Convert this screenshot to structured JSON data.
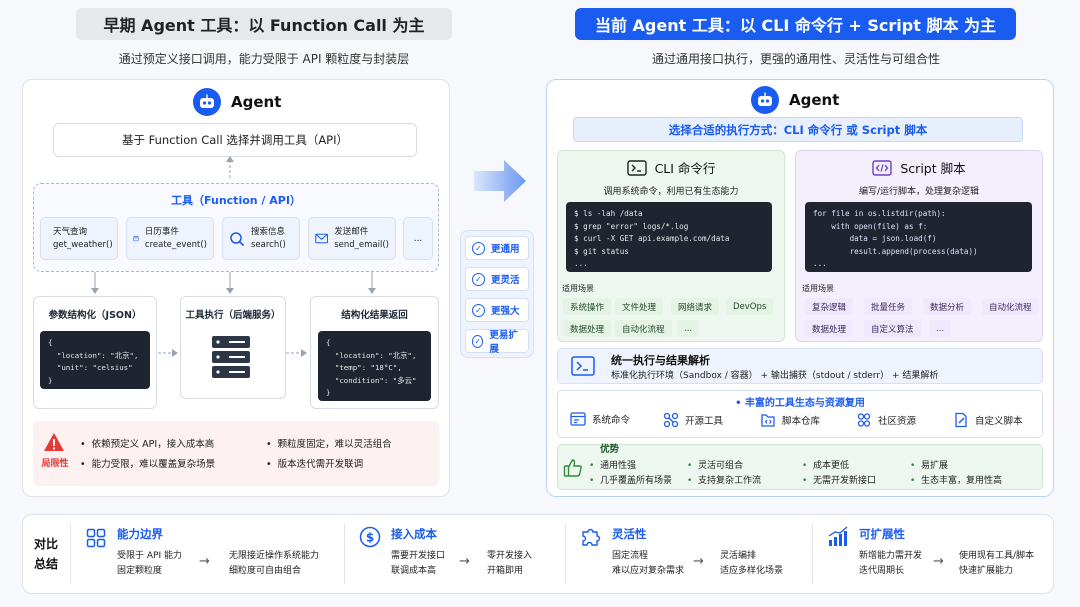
{
  "left": {
    "title": "早期 Agent 工具：以 Function Call 为主",
    "subtitle": "通过预定义接口调用，能力受限于 API 颗粒度与封装层",
    "agent": "Agent",
    "select": "基于 Function Call 选择并调用工具（API）",
    "tools_title": "工具（Function / API）",
    "tools": [
      {
        "name": "天气查询",
        "fn": "get_weather()"
      },
      {
        "name": "日历事件",
        "fn": "create_event()"
      },
      {
        "name": "搜索信息",
        "fn": "search()"
      },
      {
        "name": "发送邮件",
        "fn": "send_email()"
      }
    ],
    "tools_more": "...",
    "param_title": "参数结构化（JSON）",
    "param_code": "{\n  \"location\": \"北京\",\n  \"unit\": \"celsius\"\n}",
    "exec_title": "工具执行（后端服务）",
    "result_title": "结构化结果返回",
    "result_code": "{\n  \"location\": \"北京\",\n  \"temp\": \"18°C\",\n  \"condition\": \"多云\"\n}",
    "limit_label": "局限性",
    "limits": [
      "依赖预定义 API，接入成本高",
      "能力受限，难以覆盖复杂场景",
      "颗粒度固定，难以灵活组合",
      "版本迭代需开发联调"
    ]
  },
  "middle": {
    "items": [
      "更通用",
      "更灵活",
      "更强大",
      "更易扩展"
    ]
  },
  "right": {
    "title": "当前 Agent 工具：以 CLI 命令行 + Script 脚本 为主",
    "subtitle": "通过通用接口执行，更强的通用性、灵活性与可组合性",
    "agent": "Agent",
    "choose": "选择合适的执行方式：CLI 命令行 或 Script 脚本",
    "cli": {
      "title": "CLI 命令行",
      "desc": "调用系统命令，利用已有生态能力",
      "code": "$ ls -lah /data\n$ grep \"error\" logs/*.log\n$ curl -X GET api.example.com/data\n$ git status\n...",
      "scene_label": "适用场景",
      "tags": [
        "系统操作",
        "文件处理",
        "网络请求",
        "DevOps",
        "数据处理",
        "自动化流程",
        "..."
      ]
    },
    "script": {
      "title": "Script 脚本",
      "desc": "编写/运行脚本，处理复杂逻辑",
      "code": "for file in os.listdir(path):\n    with open(file) as f:\n        data = json.load(f)\n        result.append(process(data))\n...",
      "scene_label": "适用场景",
      "tags": [
        "复杂逻辑",
        "批量任务",
        "数据分析",
        "自动化流程",
        "数据处理",
        "自定义算法",
        "..."
      ]
    },
    "unified_title": "统一执行与结果解析",
    "unified_desc": "标准化执行环境（Sandbox / 容器） + 输出捕获（stdout / stderr） + 结果解析",
    "eco_title": "丰富的工具生态与资源复用",
    "eco": [
      "系统命令",
      "开源工具",
      "脚本仓库",
      "社区资源",
      "自定义脚本"
    ],
    "adv_title": "优势",
    "adv": [
      "通用性强",
      "灵活可组合",
      "成本更低",
      "易扩展",
      "几乎覆盖所有场景",
      "支持复杂工作流",
      "无需开发新接口",
      "生态丰富，复用性高"
    ]
  },
  "bottom": {
    "label": "对比\n总结",
    "cells": [
      {
        "title": "能力边界",
        "from": "受限于 API 能力\n固定颗粒度",
        "to": "无限接近操作系统能力\n细粒度可自由组合"
      },
      {
        "title": "接入成本",
        "from": "需要开发接口\n联调成本高",
        "to": "零开发接入\n开箱即用"
      },
      {
        "title": "灵活性",
        "from": "固定流程\n难以应对复杂需求",
        "to": "灵活编排\n适应多样化场景"
      },
      {
        "title": "可扩展性",
        "from": "新增能力需开发\n迭代周期长",
        "to": "使用现有工具/脚本\n快速扩展能力"
      }
    ]
  },
  "colors": {
    "accent": "#1b5cf0",
    "cli_green": "#e8f4ea",
    "script_purple": "#f1ecfb",
    "limit_red": "#e53935"
  }
}
